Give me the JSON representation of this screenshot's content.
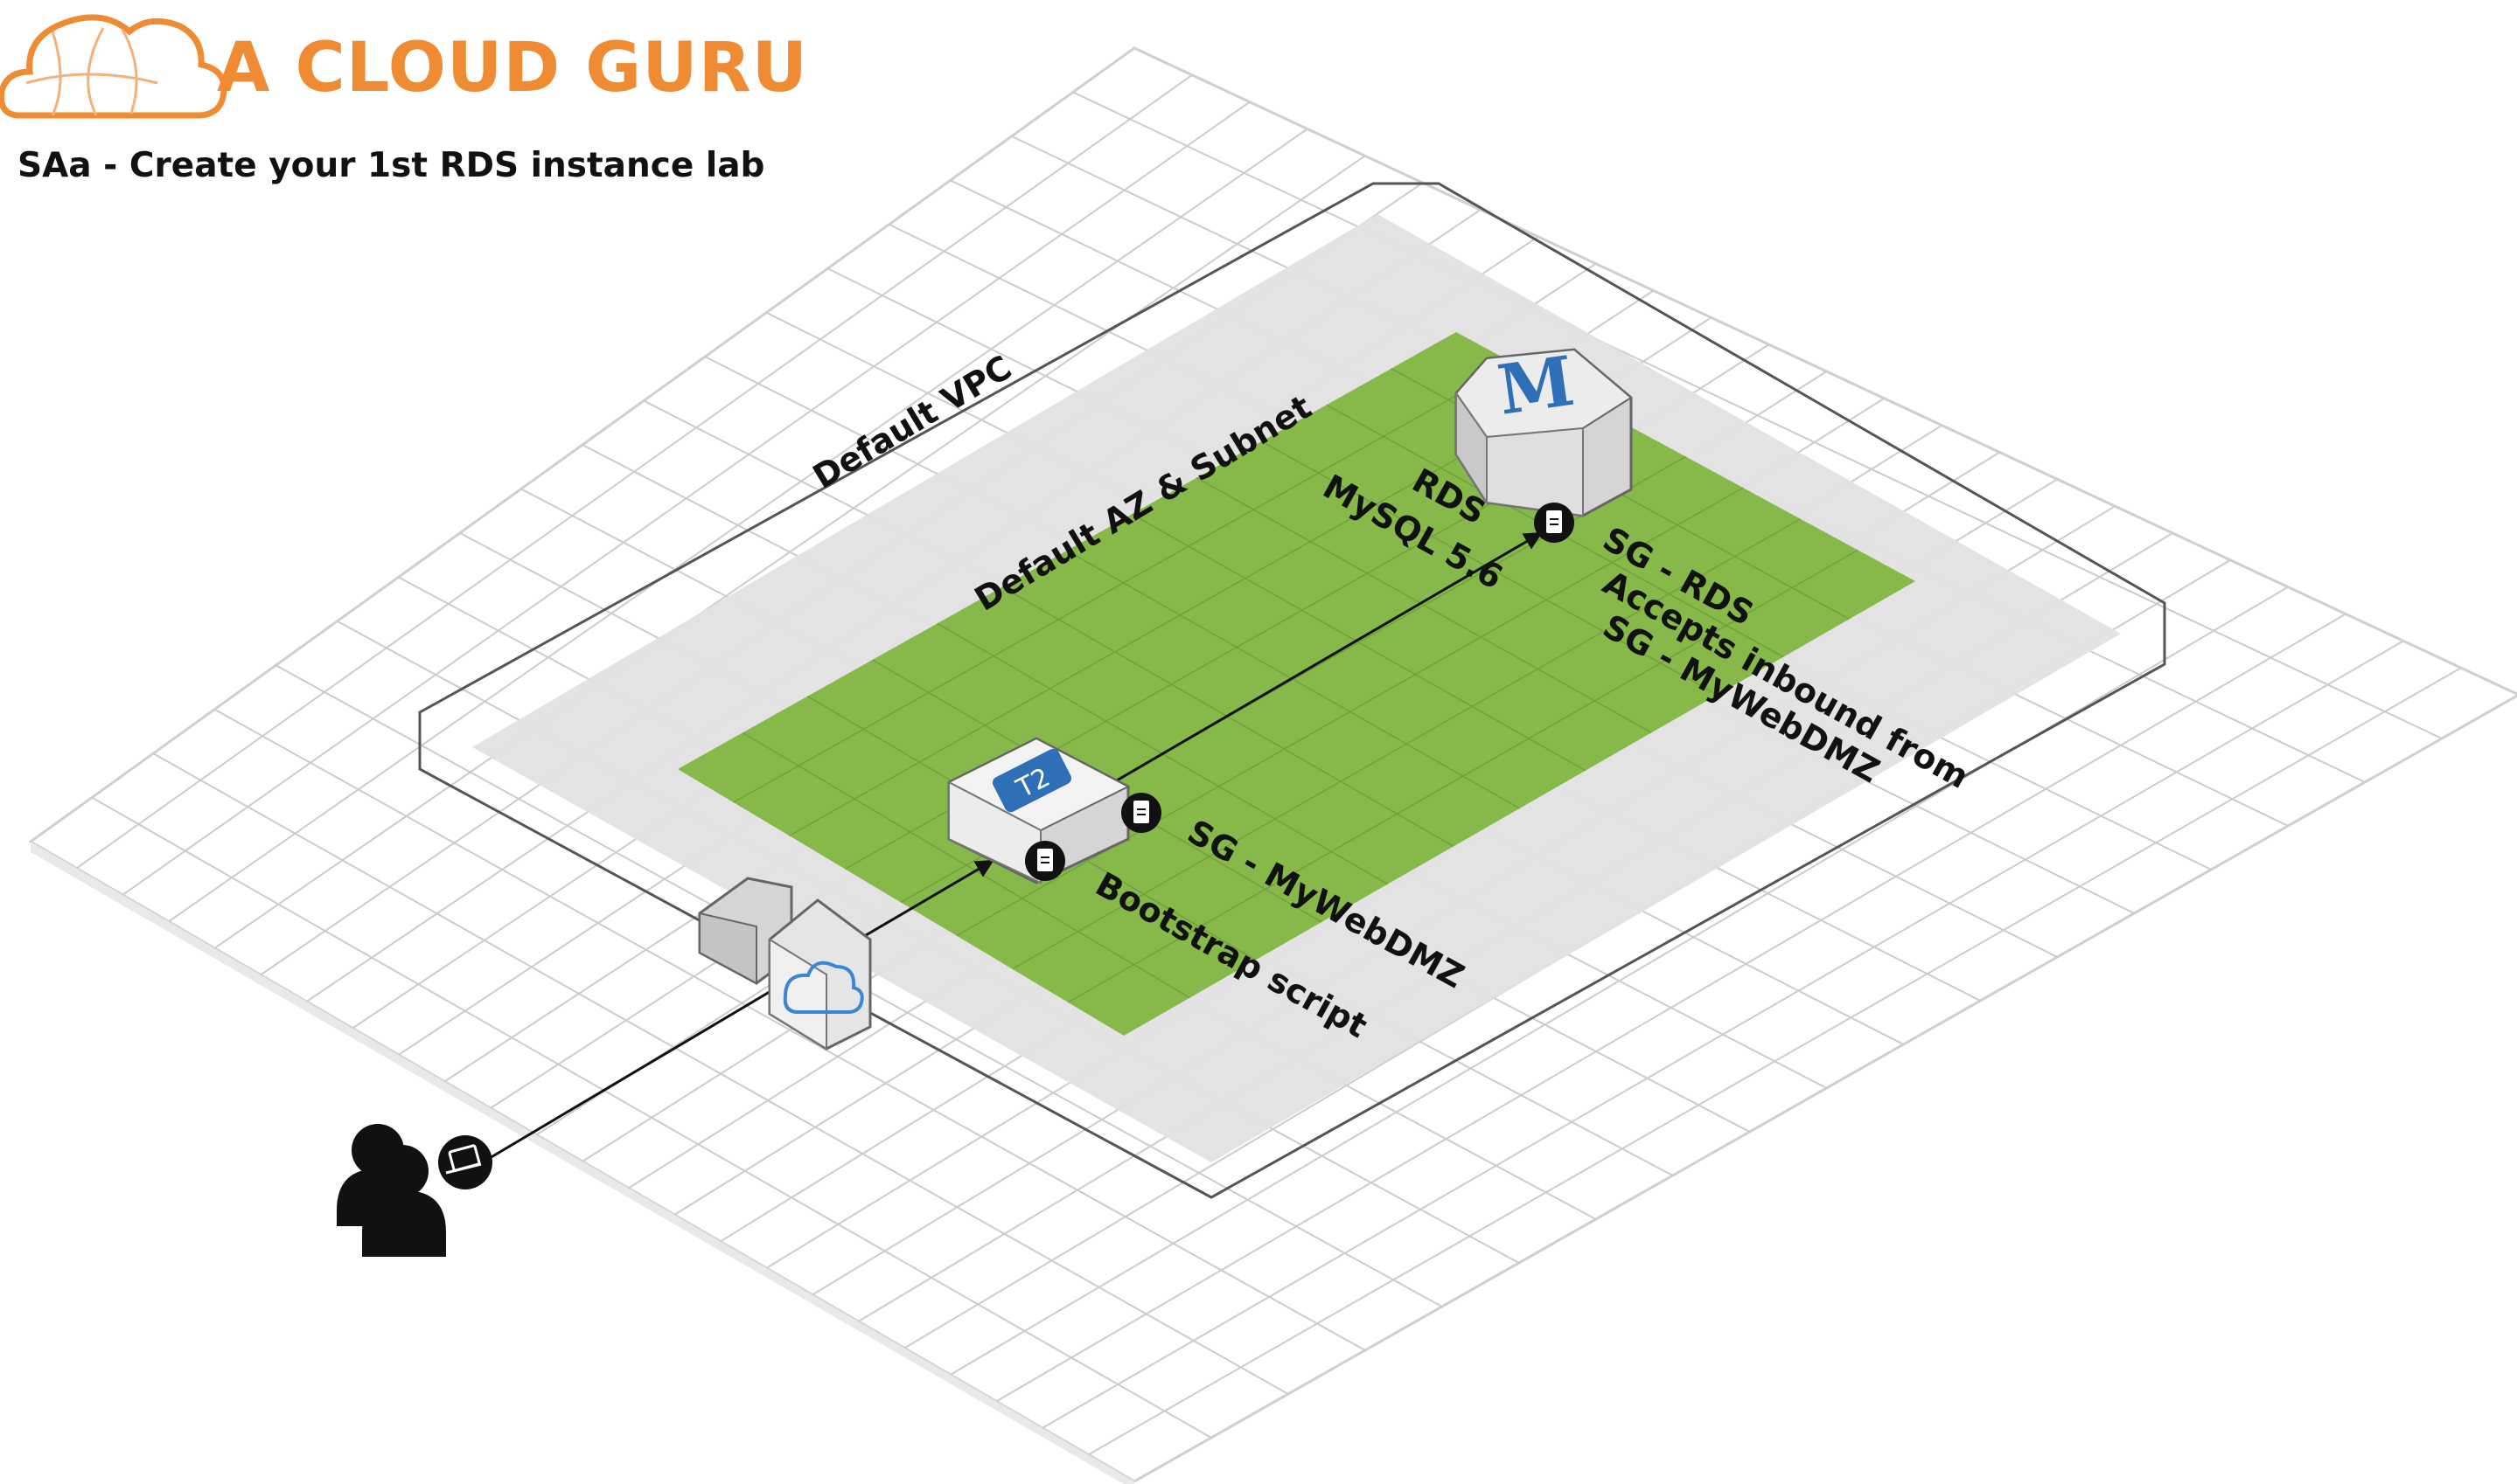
{
  "brand": {
    "name": "A CLOUD GURU",
    "color": "#ef8b33",
    "logo_icon": "cloud-logo-icon"
  },
  "subtitle": "SAa - Create your 1st RDS instance lab",
  "diagram": {
    "colors": {
      "platform": "#ffffff",
      "grid_line": "#c9c9c9",
      "az_zone": "#e3e3e3",
      "subnet": "#86b84a",
      "arrow": "#111111",
      "ec2_badge": "#2e6fb7",
      "rds_letter": "#2e6fb7"
    },
    "labels": {
      "vpc": "Default VPC",
      "az_subnet": "Default AZ & Subnet",
      "rds_name": "RDS",
      "rds_engine": "MySQL 5.6",
      "sg_rds": "SG - RDS",
      "sg_rds_rule_1": "Accepts inbound from",
      "sg_rds_rule_2": "SG - MyWebDMZ",
      "sg_web": "SG - MyWebDMZ",
      "bootstrap": "Bootstrap script",
      "ec2_badge": "T2",
      "rds_letter": "M"
    },
    "icons": {
      "user": "user-icon",
      "laptop": "laptop-icon",
      "internet_gateway": "internet-gateway-icon",
      "ec2": "ec2-instance-icon",
      "rds": "rds-mysql-icon",
      "security_group": "document-icon"
    }
  }
}
